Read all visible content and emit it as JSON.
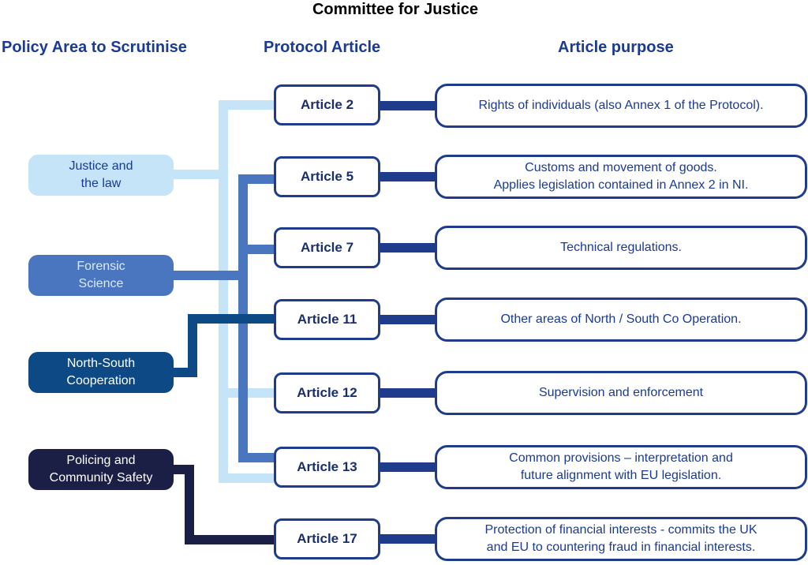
{
  "title": "Committee for Justice",
  "headers": {
    "policy": "Policy Area to Scrutinise",
    "article": "Protocol Article",
    "purpose": "Article purpose"
  },
  "policies": [
    {
      "lines": [
        "Justice and",
        "the law"
      ],
      "bg": "#c6e4f7",
      "fg": "#1a3a93"
    },
    {
      "lines": [
        "Forensic",
        "Science"
      ],
      "bg": "#4a76c0",
      "fg": "#dce9f8"
    },
    {
      "lines": [
        "North-South",
        "Cooperation"
      ],
      "bg": "#0d4a85",
      "fg": "#ffffff"
    },
    {
      "lines": [
        "Policing and",
        "Community Safety"
      ],
      "bg": "#1b1f45",
      "fg": "#ffffff"
    }
  ],
  "articles": [
    {
      "label": "Article 2",
      "purpose": [
        "Rights of individuals (also Annex 1 of the Protocol)."
      ]
    },
    {
      "label": "Article 5",
      "purpose": [
        "Customs and movement of goods.",
        "Applies legislation contained in Annex 2 in NI."
      ]
    },
    {
      "label": "Article 7",
      "purpose": [
        "Technical regulations."
      ]
    },
    {
      "label": "Article 11",
      "purpose": [
        "Other areas of North / South Co Operation."
      ]
    },
    {
      "label": "Article 12",
      "purpose": [
        "Supervision and enforcement"
      ]
    },
    {
      "label": "Article 13",
      "purpose": [
        "Common provisions – interpretation and",
        "future alignment with EU legislation."
      ]
    },
    {
      "label": "Article 17",
      "purpose": [
        "Protection of financial interests - commits the UK",
        "and EU to countering fraud in financial interests."
      ]
    }
  ],
  "colors": {
    "justice_line": "#c6e4f7",
    "forensic_line": "#4a76c0",
    "north_south_line": "#0d4a85",
    "policing_line": "#1b1f45",
    "article_to_purpose_line": "#1f3c8c",
    "box_border": "#1f3c8c"
  }
}
